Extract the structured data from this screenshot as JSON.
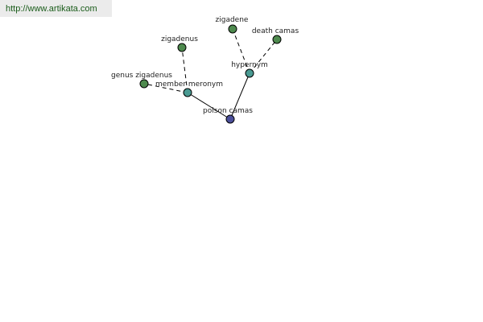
{
  "watermark": {
    "url": "http://www.artikata.com"
  },
  "colors": {
    "center": "#4b4f9a",
    "relation": "#4a9a92",
    "term": "#4e8a4e",
    "banner_text": "#1a5c1a"
  },
  "graph": {
    "center": {
      "label": "poison camas"
    },
    "relations": [
      {
        "label": "member meronym"
      },
      {
        "label": "hypernym"
      }
    ],
    "terms": [
      {
        "label": "zigadenus",
        "relation": "member meronym"
      },
      {
        "label": "genus zigadenus",
        "relation": "member meronym"
      },
      {
        "label": "zigadene",
        "relation": "hypernym"
      },
      {
        "label": "death camas",
        "relation": "hypernym"
      }
    ]
  }
}
